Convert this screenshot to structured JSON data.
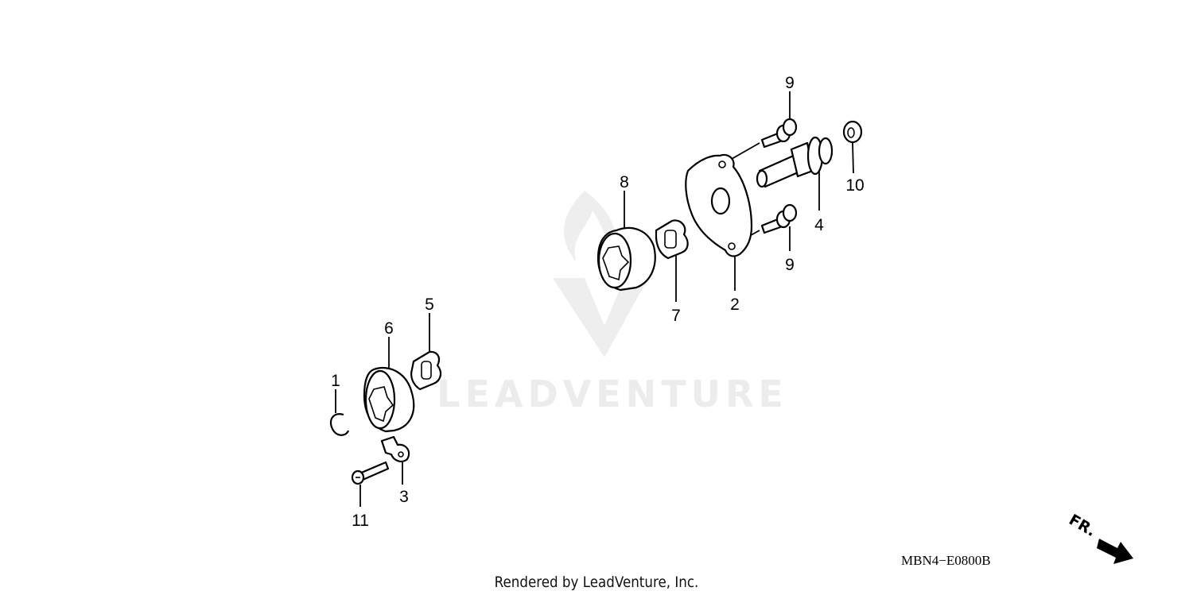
{
  "diagram": {
    "callouts": [
      "1",
      "2",
      "3",
      "4",
      "5",
      "6",
      "7",
      "8",
      "9",
      "9",
      "10",
      "11"
    ],
    "diagram_code": "MBN4−E0800B",
    "direction_label": "FR.",
    "watermark": "LEADVENTURE",
    "footer": "Rendered by LeadVenture, Inc."
  }
}
